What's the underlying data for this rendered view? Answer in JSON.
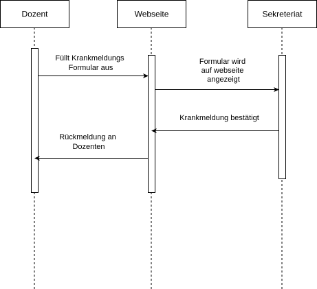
{
  "participants": [
    {
      "id": "dozent",
      "label": "Dozent"
    },
    {
      "id": "webseite",
      "label": "Webseite"
    },
    {
      "id": "sekreteriat",
      "label": "Sekreteriat"
    }
  ],
  "messages": [
    {
      "from": "dozent",
      "to": "webseite",
      "lines": [
        "Füllt Krankmeldungs",
        "Formular aus"
      ]
    },
    {
      "from": "webseite",
      "to": "sekreteriat",
      "lines": [
        "Formular wird",
        "auf webseite",
        "angezeigt"
      ]
    },
    {
      "from": "sekreteriat",
      "to": "webseite",
      "lines": [
        "Krankmeldung bestätigt"
      ]
    },
    {
      "from": "webseite",
      "to": "dozent",
      "lines": [
        "Rückmeldung an",
        "Dozenten"
      ]
    }
  ]
}
